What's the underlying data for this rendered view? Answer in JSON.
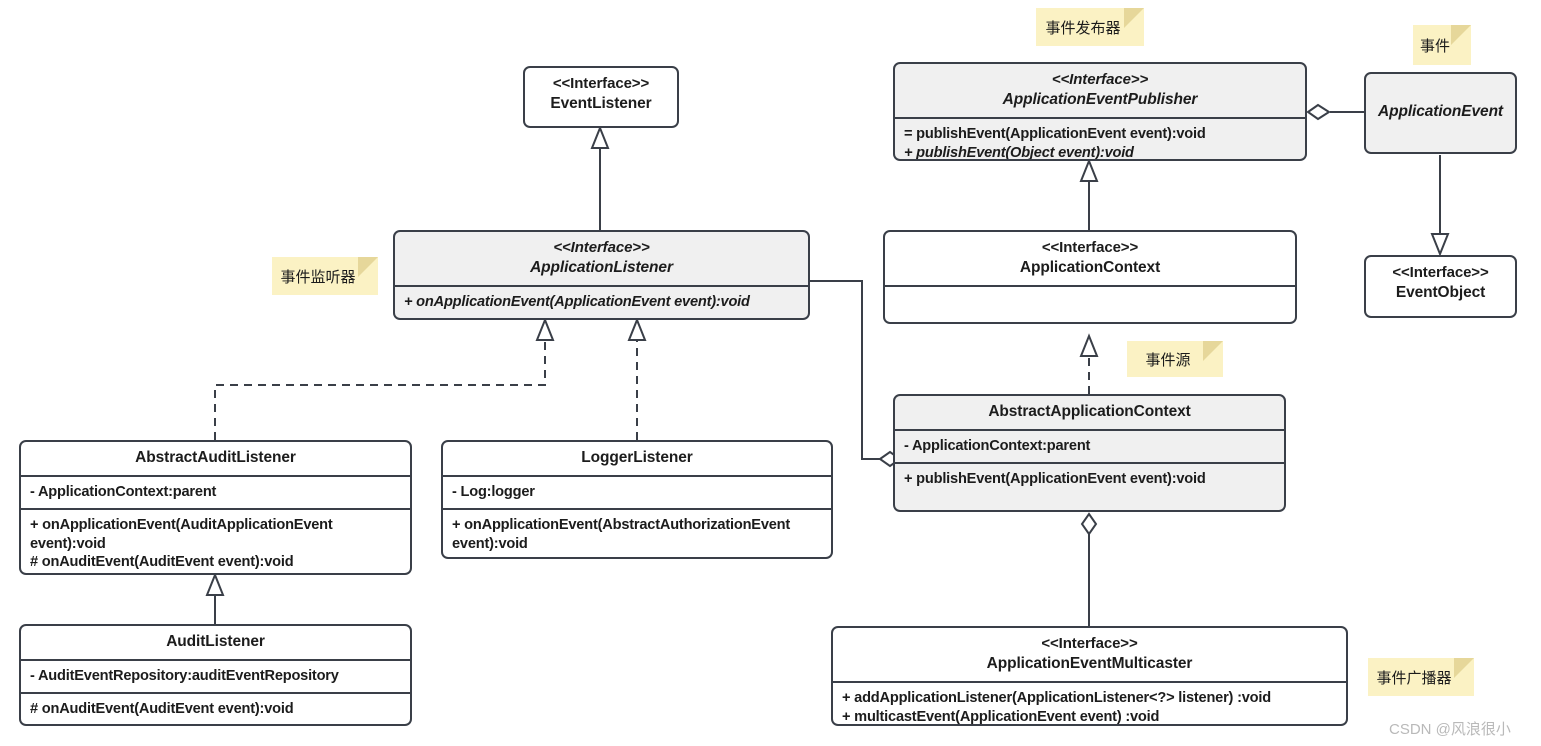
{
  "diagram": {
    "title": "Spring Event Mechanism UML Class Diagram",
    "accent_note_color": "#fbf2c4",
    "line_color": "#3a3f48",
    "shaded_fill": "#f0f0f0"
  },
  "classes": {
    "event_listener": {
      "stereotype": "<<Interface>>",
      "name": "EventListener"
    },
    "application_listener": {
      "stereotype": "<<Interface>>",
      "name": "ApplicationListener",
      "methods": [
        "+ onApplicationEvent(ApplicationEvent event):void"
      ]
    },
    "abstract_audit_listener": {
      "name": "AbstractAuditListener",
      "fields": [
        "- ApplicationContext:parent"
      ],
      "methods": [
        "+ onApplicationEvent(AuditApplicationEvent event):void",
        "# onAuditEvent(AuditEvent event):void"
      ]
    },
    "audit_listener": {
      "name": "AuditListener",
      "fields": [
        "- AuditEventRepository:auditEventRepository"
      ],
      "methods": [
        "# onAuditEvent(AuditEvent event):void"
      ]
    },
    "logger_listener": {
      "name": "LoggerListener",
      "fields": [
        "- Log:logger"
      ],
      "methods": [
        "+ onApplicationEvent(AbstractAuthorizationEvent event):void"
      ]
    },
    "application_event_publisher": {
      "stereotype": "<<Interface>>",
      "name": "ApplicationEventPublisher",
      "methods": [
        "= publishEvent(ApplicationEvent event):void",
        "+ publishEvent(Object event):void"
      ]
    },
    "application_context": {
      "stereotype": "<<Interface>>",
      "name": "ApplicationContext"
    },
    "abstract_application_context": {
      "name": "AbstractApplicationContext",
      "fields": [
        "- ApplicationContext:parent"
      ],
      "methods": [
        "+ publishEvent(ApplicationEvent event):void"
      ]
    },
    "application_event_multicaster": {
      "stereotype": "<<Interface>>",
      "name": "ApplicationEventMulticaster",
      "methods": [
        "+ addApplicationListener(ApplicationListener<?> listener) :void",
        "+ multicastEvent(ApplicationEvent event) :void"
      ]
    },
    "application_event": {
      "name": "ApplicationEvent"
    },
    "event_object": {
      "stereotype": "<<Interface>>",
      "name": "EventObject"
    }
  },
  "notes": {
    "publisher": "事件发布器",
    "event": "事件",
    "listener": "事件监听器",
    "source": "事件源",
    "multicaster": "事件广播器"
  },
  "watermark": {
    "text": "CSDN @风浪很小"
  }
}
